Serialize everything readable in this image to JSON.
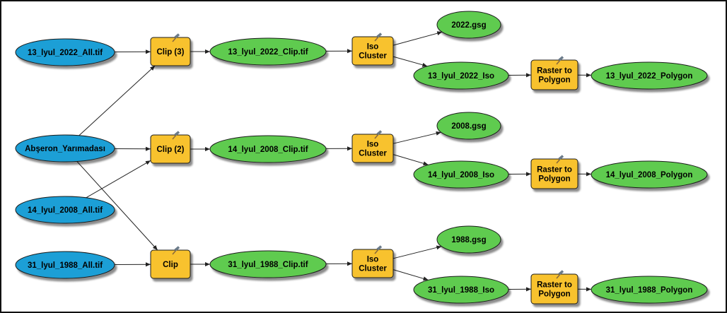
{
  "colors": {
    "input": "#1a9fd6",
    "tool": "#f8c22d",
    "output": "#5ecb50",
    "stroke": "#1a1a1a",
    "arrow": "#222222"
  },
  "icons": {
    "tool_badge": "hammer-icon"
  },
  "nodes": {
    "in_2022": "13_lyul_2022_All.tif",
    "in_region": "Abşeron_Yarımadası",
    "in_2008": "14_lyul_2008_All.tif",
    "in_1988": "31_lyul_1988_All.tif",
    "clip3": "Clip (3)",
    "clip2": "Clip (2)",
    "clip1": "Clip",
    "clipped_2022": "13_lyul_2022_Clip.tif",
    "clipped_2008": "14_lyul_2008_Clip.tif",
    "clipped_1988": "31_lyul_1988_Clip.tif",
    "iso_2022": "Iso|Cluster",
    "iso_2008": "Iso|Cluster",
    "iso_1988": "Iso|Cluster",
    "gsg_2022": "2022.gsg",
    "gsg_2008": "2008.gsg",
    "gsg_1988": "1988.gsg",
    "isoout_2022": "13_lyul_2022_Iso",
    "isoout_2008": "14_lyul_2008_Iso",
    "isoout_1988": "31_lyul_1988_Iso",
    "r2p_2022": "Raster to|Polygon",
    "r2p_2008": "Raster to|Polygon",
    "r2p_1988": "Raster to|Polygon",
    "poly_2022": "13_lyul_2022_Polygon",
    "poly_2008": "14_lyul_2008_Polygon",
    "poly_1988": "31_lyul_1988_Polygon"
  },
  "edges": [
    [
      "in_2022",
      "clip3"
    ],
    [
      "in_region",
      "clip3"
    ],
    [
      "in_region",
      "clip2"
    ],
    [
      "in_region",
      "clip1"
    ],
    [
      "in_2008",
      "clip2"
    ],
    [
      "in_1988",
      "clip1"
    ],
    [
      "clip3",
      "clipped_2022"
    ],
    [
      "clip2",
      "clipped_2008"
    ],
    [
      "clip1",
      "clipped_1988"
    ],
    [
      "clipped_2022",
      "iso_2022"
    ],
    [
      "clipped_2008",
      "iso_2008"
    ],
    [
      "clipped_1988",
      "iso_1988"
    ],
    [
      "iso_2022",
      "gsg_2022"
    ],
    [
      "iso_2022",
      "isoout_2022"
    ],
    [
      "iso_2008",
      "gsg_2008"
    ],
    [
      "iso_2008",
      "isoout_2008"
    ],
    [
      "iso_1988",
      "gsg_1988"
    ],
    [
      "iso_1988",
      "isoout_1988"
    ],
    [
      "isoout_2022",
      "r2p_2022"
    ],
    [
      "isoout_2008",
      "r2p_2008"
    ],
    [
      "isoout_1988",
      "r2p_1988"
    ],
    [
      "r2p_2022",
      "poly_2022"
    ],
    [
      "r2p_2008",
      "poly_2008"
    ],
    [
      "r2p_1988",
      "poly_1988"
    ]
  ]
}
